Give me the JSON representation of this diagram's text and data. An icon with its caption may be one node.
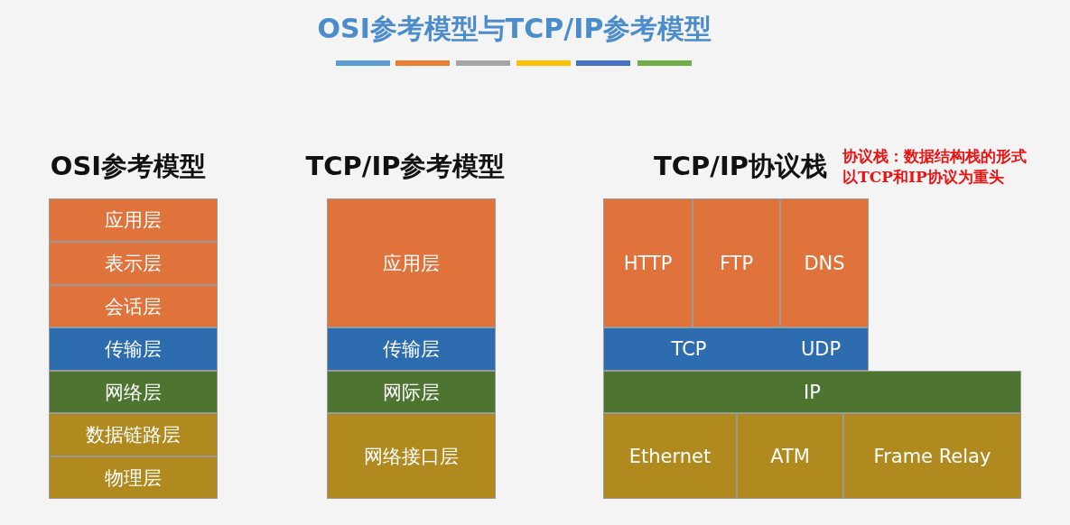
{
  "diagram": {
    "title": "OSI参考模型与TCP/IP参考模型",
    "nodes": [
      {
        "text": [
          "应用层"
        ]
      },
      {
        "text": [
          "表示层"
        ]
      },
      {
        "text": [
          "会话层"
        ]
      },
      {
        "text": [
          "传输层"
        ]
      },
      {
        "text": [
          "网络层"
        ]
      },
      {
        "text": [
          "数据链路层"
        ]
      },
      {
        "text": [
          "物理层"
        ]
      },
      {
        "text": [
          "应用层"
        ]
      },
      {
        "text": [
          "传输层"
        ]
      },
      {
        "text": [
          "网际层"
        ]
      },
      {
        "text": [
          "网络接口层"
        ]
      },
      {
        "text": [
          "HTTP"
        ]
      },
      {
        "text": [
          "FTP"
        ]
      },
      {
        "text": [
          "DNS"
        ]
      },
      {
        "text": [
          "TCP",
          "UDP"
        ]
      },
      {
        "text": [
          "IP"
        ]
      },
      {
        "text": [
          "Ethernet"
        ]
      },
      {
        "text": [
          "ATM"
        ]
      },
      {
        "text": [
          "Frame Relay"
        ]
      }
    ],
    "labels": [
      "OSI参考模型",
      "TCP/IP参考模型",
      "TCP/IP协议栈",
      "协议栈：数据结构栈的形式以TCP和IP协议为重头"
    ]
  }
}
